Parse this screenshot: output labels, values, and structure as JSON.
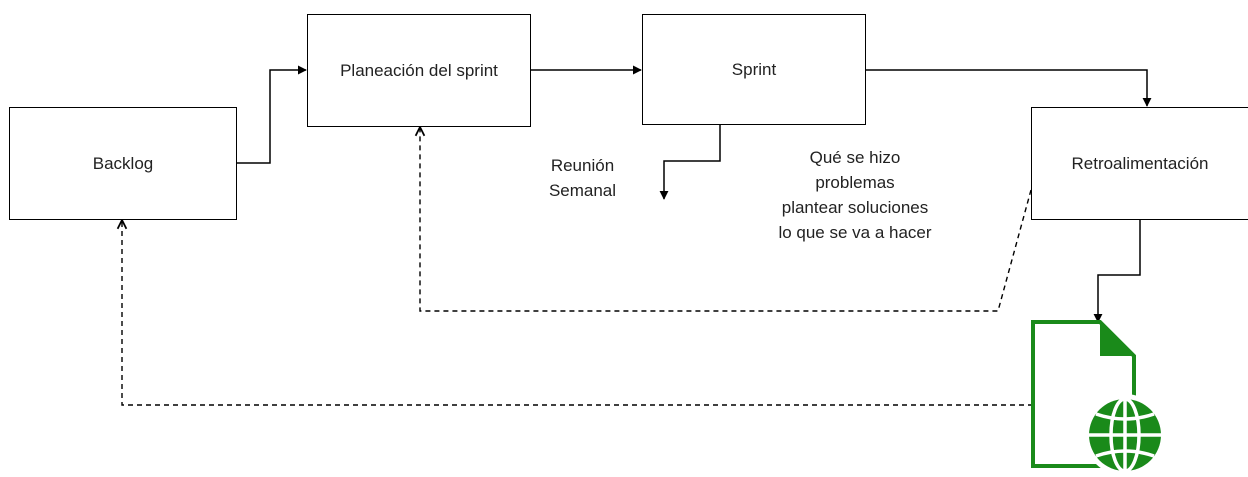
{
  "nodes": {
    "backlog": "Backlog",
    "planning": "Planeación del sprint",
    "sprint": "Sprint",
    "feedback": "Retroalimentación"
  },
  "notes": {
    "weekly_meeting": [
      "Reunión",
      "Semanal"
    ],
    "review_points": [
      "Qué se hizo",
      "problemas",
      "plantear soluciones",
      "lo que se va a hacer"
    ]
  },
  "icons": {
    "output": "web-document-icon"
  },
  "colors": {
    "stroke": "#000000",
    "icon_green": "#1a8a1a"
  }
}
